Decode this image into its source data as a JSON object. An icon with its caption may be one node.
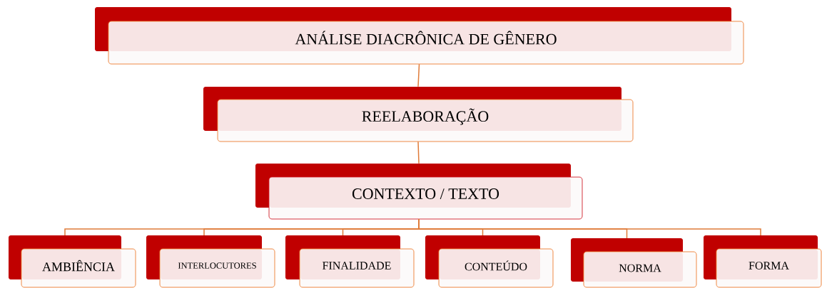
{
  "diagram": {
    "nodes": [
      {
        "text": [
          "ANÁLISE  DIACRÔNICA  DE GÊNERO"
        ]
      },
      {
        "text": [
          "REELABORAÇÃO"
        ]
      },
      {
        "text": [
          "CONTEXTO / TEXTO"
        ]
      },
      {
        "text": [
          "AMBIÊNCIA"
        ]
      },
      {
        "text": [
          "INTERLOCUTORES"
        ]
      },
      {
        "text": [
          "FINALIDADE"
        ]
      },
      {
        "text": [
          "CONTEÚDO"
        ]
      },
      {
        "text": [
          "NORMA"
        ]
      },
      {
        "text": [
          "FORMA"
        ]
      }
    ],
    "edges": [
      {
        "from": 0,
        "to": 1,
        "arrow": "none"
      },
      {
        "from": 1,
        "to": 2,
        "arrow": "none"
      },
      {
        "from": 2,
        "to": 3,
        "arrow": "none"
      },
      {
        "from": 2,
        "to": 4,
        "arrow": "none"
      },
      {
        "from": 2,
        "to": 5,
        "arrow": "none"
      },
      {
        "from": 2,
        "to": 6,
        "arrow": "none"
      },
      {
        "from": 2,
        "to": 7,
        "arrow": "none"
      },
      {
        "from": 2,
        "to": 8,
        "arrow": "none"
      }
    ]
  }
}
